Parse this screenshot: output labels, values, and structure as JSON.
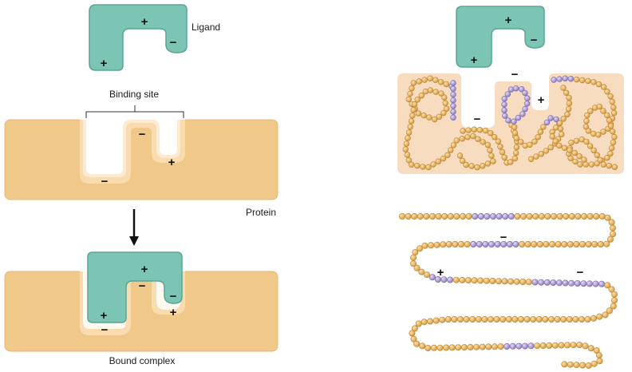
{
  "labels": {
    "ligand": "Ligand",
    "binding_site": "Binding site",
    "protein": "Protein",
    "bound_complex": "Bound complex"
  },
  "signs": {
    "plus": "+",
    "minus": "−"
  },
  "colors": {
    "ligand": "#7cc4b4",
    "protein": "#f0c88a",
    "bead_yellow": "#eab867",
    "bead_purple": "#b6a8dc"
  }
}
